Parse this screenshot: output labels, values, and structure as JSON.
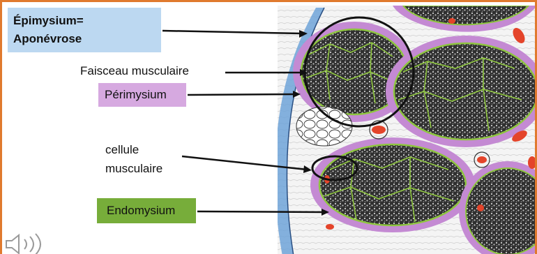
{
  "labels": {
    "epimysium_line1": "Épimysium=",
    "epimysium_line2": "Aponévrose",
    "faisceau": "Faisceau musculaire",
    "perimysium": "Périmysium",
    "cellule_line1": "cellule",
    "cellule_line2": "musculaire",
    "endomysium": "Endomysium"
  },
  "colors": {
    "frame_border": "#e07a2e",
    "epimysium_box": "#bcd8f1",
    "perimysium_box": "#d6a9e0",
    "endomysium_box": "#77ad3a",
    "perimysium_tissue": "#c48ad3",
    "endomysium_tissue": "#8ec63f",
    "fiber_dark": "#2b2b2b",
    "blood_vessel": "#e4442a",
    "epimysium_tissue": "#6fa3d8"
  },
  "icons": [
    "speaker-icon"
  ]
}
